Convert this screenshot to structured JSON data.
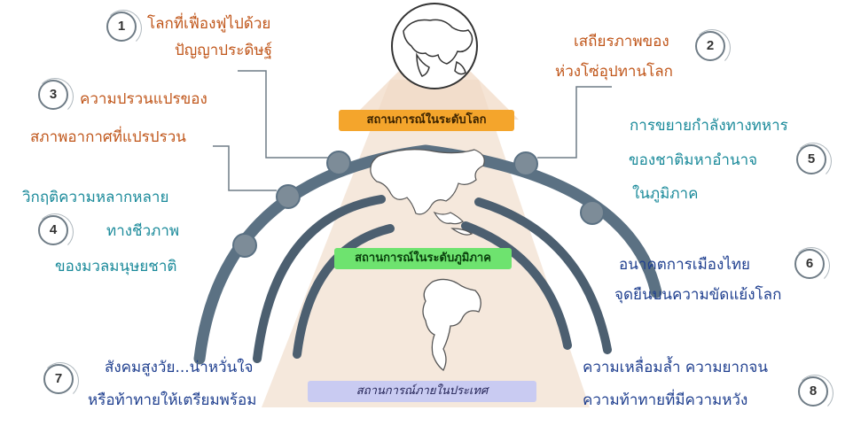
{
  "bands": {
    "global": "สถานการณ์ในระดับโลก",
    "regional": "สถานการณ์ในระดับภูมิภาค",
    "domestic": "สถานการณ์ภายในประเทศ"
  },
  "items": [
    {
      "num": "1",
      "line1": "โลกที่เฟื่องฟูไปด้วย",
      "line2": "ปัญญาประดิษฐ์",
      "line3": ""
    },
    {
      "num": "2",
      "line1": "เสถียรภาพของ",
      "line2": "ห่วงโซ่อุปทานโลก",
      "line3": ""
    },
    {
      "num": "3",
      "line1": "ความปรวนแปรของ",
      "line2": "สภาพอากาศที่แปรปรวน",
      "line3": ""
    },
    {
      "num": "4",
      "line1": "วิกฤติความหลากหลาย",
      "line2": "ทางชีวภาพ",
      "line3": "ของมวลมนุษยชาติ"
    },
    {
      "num": "5",
      "line1": "การขยายกำลังทางทหาร",
      "line2": "ของชาติมหาอำนาจ",
      "line3": "ในภูมิภาค"
    },
    {
      "num": "6",
      "line1": "อนาคตการเมืองไทย",
      "line2": "จุดยืนบนความขัดแย้งโลก",
      "line3": ""
    },
    {
      "num": "7",
      "line1": "สังคมสูงวัย...น่าหวั่นใจ",
      "line2": "หรือท้าทายให้เตรียมพร้อม",
      "line3": ""
    },
    {
      "num": "8",
      "line1": "ความเหลื่อมล้ำ ความยากจน",
      "line2": "ความท้าทายที่มีความหวัง",
      "line3": ""
    }
  ],
  "colors": {
    "arc_outer": "#5b7183",
    "arc_inner": "#4c5f70",
    "node": "#7d8c98",
    "cone": "#f3e4d6",
    "text_orange": "#c0561a",
    "text_teal": "#1a8a9a",
    "text_blue": "#1f3f8f"
  }
}
